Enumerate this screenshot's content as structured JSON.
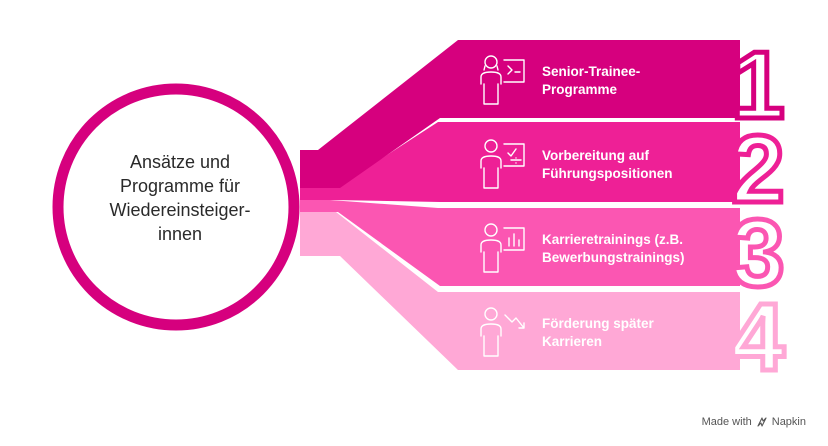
{
  "center": {
    "lines": [
      "Ansätze und",
      "Programme für",
      "Wiedereinsteiger-",
      "innen"
    ]
  },
  "items": [
    {
      "number": "1",
      "lines": [
        "Senior-Trainee-",
        "Programme"
      ],
      "color": "#d6007e"
    },
    {
      "number": "2",
      "lines": [
        "Vorbereitung auf",
        "Führungspositionen"
      ],
      "color": "#ee2096"
    },
    {
      "number": "3",
      "lines": [
        "Karrieretrainings (z.B.",
        "Bewerbungstrainings)"
      ],
      "color": "#fb56b2"
    },
    {
      "number": "4",
      "lines": [
        "Förderung später",
        "Karrieren"
      ],
      "color": "#ffa8d6"
    }
  ],
  "ring_color": "#d6007e",
  "footer": {
    "made_with": "Made with",
    "brand": "Napkin"
  }
}
